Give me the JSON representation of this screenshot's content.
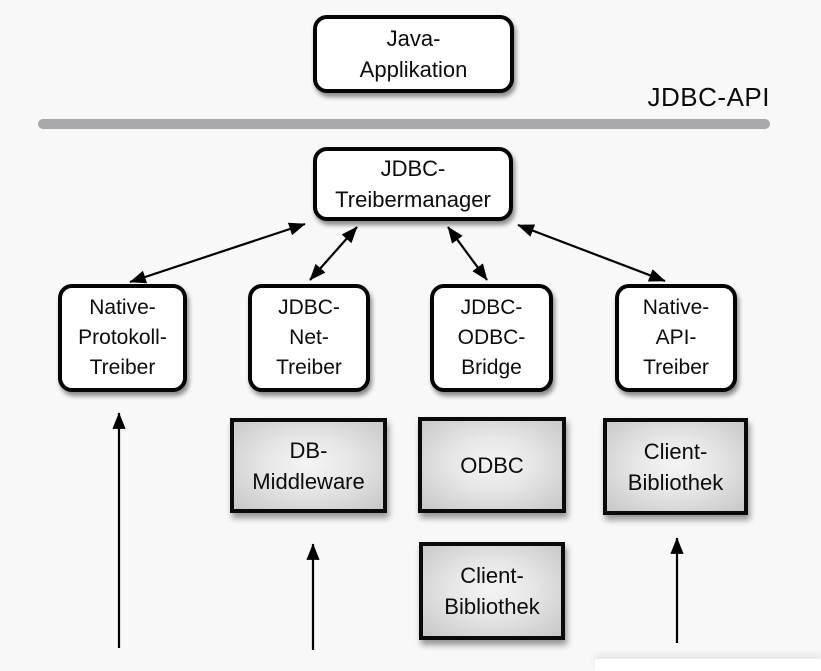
{
  "diagram": {
    "api_label": "JDBC-API",
    "nodes": {
      "java_application": {
        "label": "Java-\nApplikation"
      },
      "driver_manager": {
        "label": "JDBC-\nTreibermanager"
      },
      "native_protocol_driver": {
        "label": "Native-\nProtokoll-\nTreiber"
      },
      "jdbc_net_driver": {
        "label": "JDBC-\nNet-\nTreiber"
      },
      "jdbc_odbc_bridge": {
        "label": "JDBC-\nODBC-\nBridge"
      },
      "native_api_driver": {
        "label": "Native-\nAPI-\nTreiber"
      },
      "db_middleware": {
        "label": "DB-\nMiddleware"
      },
      "odbc": {
        "label": "ODBC"
      },
      "client_library_right": {
        "label": "Client-\nBibliothek"
      },
      "client_library_bottom": {
        "label": "Client-\nBibliothek"
      }
    },
    "connections": [
      {
        "from": "driver_manager",
        "to": "native_protocol_driver",
        "bidirectional": true
      },
      {
        "from": "driver_manager",
        "to": "jdbc_net_driver",
        "bidirectional": true
      },
      {
        "from": "driver_manager",
        "to": "jdbc_odbc_bridge",
        "bidirectional": true
      },
      {
        "from": "driver_manager",
        "to": "native_api_driver",
        "bidirectional": true
      },
      {
        "from": "below",
        "to": "native_protocol_driver",
        "bidirectional": false
      },
      {
        "from": "below",
        "to": "db_middleware",
        "bidirectional": false
      },
      {
        "from": "below",
        "to": "client_library_right",
        "bidirectional": false
      }
    ],
    "colors": {
      "background": "#f8f8f8",
      "node_fill": "#ffffff",
      "node_border": "#050505",
      "gray_node_center": "#f4f4f4",
      "gray_node_edge": "#c7c7c7",
      "divider": "#a9a9ac",
      "text": "#0c0c0c",
      "arrow": "#000000"
    }
  }
}
